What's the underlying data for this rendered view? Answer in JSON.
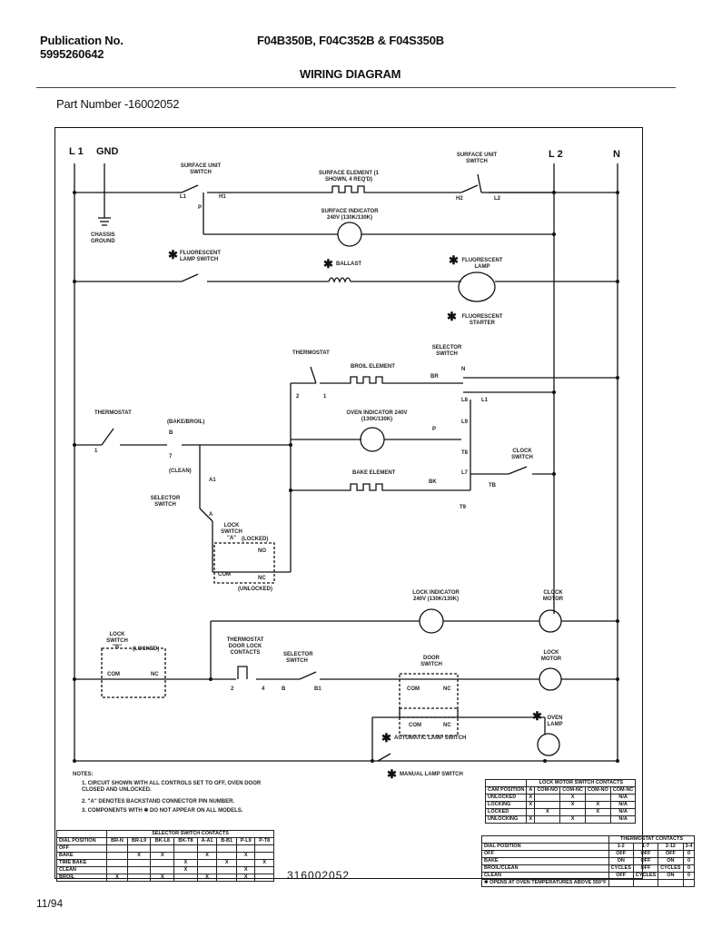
{
  "header": {
    "publication_label": "Publication No.",
    "publication_number": "5995260642",
    "models": "F04B350B, F04C352B & F04S350B",
    "doc_title": "WIRING DIAGRAM",
    "part_number": "Part Number -16002052"
  },
  "rails": {
    "l1": "L 1",
    "gnd": "GND",
    "l2": "L 2",
    "n": "N"
  },
  "labels": {
    "surface_unit_switch_left": "SURFACE UNIT SWITCH",
    "surface_element": "SURFACE ELEMENT (1 SHOWN, 4 REQ'D)",
    "surface_unit_switch_right": "SURFACE UNIT SWITCH",
    "surface_indicator": "SURFACE INDICATOR 240V (130K/130K)",
    "chassis_ground": "CHASSIS GROUND",
    "fluorescent_lamp_switch": "FLUORESCENT LAMP SWITCH",
    "ballast": "BALLAST",
    "fluorescent_lamp": "FLUORESCENT LAMP",
    "fluorescent_starter": "FLUORESCENT STARTER",
    "thermostat_top": "THERMOSTAT",
    "broil_element": "BROIL ELEMENT",
    "selector_switch_top": "SELECTOR SWITCH",
    "thermostat_left": "THERMOSTAT",
    "bake_broil": "(BAKE/BROIL)",
    "oven_indicator": "OVEN INDICATOR 240V (130K/130K)",
    "clock_switch": "CLOCK SWITCH",
    "clean": "(CLEAN)",
    "bake_element": "BAKE ELEMENT",
    "selector_switch_left": "SELECTOR SWITCH",
    "lock_switch_a": "LOCK SWITCH \"A\"",
    "locked": "(LOCKED)",
    "unlocked": "(UNLOCKED)",
    "lock_indicator": "LOCK INDICATOR 240V (130K/130K)",
    "clock_motor": "CLOCK MOTOR",
    "lock_switch_b": "LOCK SWITCH \"B\"",
    "locked_b": "(LOCKED)",
    "thermostat_door_lock": "THERMOSTAT DOOR LOCK CONTACTS",
    "selector_switch_bottom": "SELECTOR SWITCH",
    "door_switch": "DOOR SWITCH",
    "lock_motor": "LOCK MOTOR",
    "oven_lamp": "OVEN LAMP",
    "automatic_lamp_switch": "AUTOMATIC LAMP SWITCH",
    "manual_lamp_switch": "MANUAL LAMP SWITCH",
    "com": "COM",
    "no": "NO",
    "nc": "NC"
  },
  "terminals": {
    "l1": "L1",
    "h1": "H1",
    "p": "P",
    "h2": "H2",
    "l2": "L2",
    "t2": "2",
    "t1": "1",
    "br": "BR",
    "n": "N",
    "l8": "L8",
    "l1b": "L1",
    "l9": "L9",
    "p2": "P",
    "t8": "T8",
    "l7": "L7",
    "bk": "BK",
    "t9": "T9",
    "th1": "1",
    "b": "B",
    "t7": "7",
    "a1": "A1",
    "a": "A",
    "c2": "2",
    "c4": "4",
    "cb": "B",
    "b1": "B1",
    "tb": "TB"
  },
  "notes": {
    "title": "NOTES:",
    "n1": "1.  CIRCUIT SHOWN WITH ALL CONTROLS SET TO OFF, OVEN DOOR CLOSED AND UNLOCKED.",
    "n2": "2.  \"A\" DENOTES BACKSTAND CONNECTOR PIN NUMBER.",
    "n3": "3.  COMPONENTS WITH ✱ DO NOT APPEAR ON ALL MODELS."
  },
  "selector_table": {
    "title": "SELECTOR SWITCH CONTACTS",
    "headers": [
      "DIAL POSITION",
      "BR-N",
      "BR-L9",
      "BK-L8",
      "BK-T8",
      "A-A1",
      "B-B1",
      "P-L9",
      "P-T8"
    ],
    "rows": [
      [
        "OFF",
        "",
        "",
        "",
        "",
        "",
        "",
        "",
        ""
      ],
      [
        "BAKE",
        "",
        "X",
        "X",
        "",
        "X",
        "",
        "X",
        ""
      ],
      [
        "TIME BAKE",
        "",
        "",
        "",
        "X",
        "",
        "X",
        "",
        "X"
      ],
      [
        "CLEAN",
        "",
        "",
        "",
        "X",
        "",
        "",
        "X",
        ""
      ],
      [
        "BROIL",
        "X",
        "",
        "X",
        "",
        "X",
        "",
        "X",
        ""
      ]
    ]
  },
  "lock_motor_table": {
    "title": "LOCK MOTOR SWITCH CONTACTS",
    "headers": [
      "CAM POSITION",
      "A",
      "COM-NO",
      "COM-NC",
      "COM-NO",
      "COM-NC"
    ],
    "rows": [
      [
        "UNLOCKED",
        "X",
        "",
        "X",
        "",
        "N/A"
      ],
      [
        "LOCKING",
        "X",
        "",
        "X",
        "X",
        "N/A"
      ],
      [
        "LOCKED",
        "",
        "X",
        "",
        "X",
        "N/A"
      ],
      [
        "UNLOCKING",
        "X",
        "",
        "X",
        "",
        "N/A"
      ]
    ]
  },
  "thermostat_table": {
    "title": "THERMOSTAT CONTACTS",
    "headers": [
      "DIAL POSITION",
      "1-2",
      "1-7",
      "2-12",
      "3-4"
    ],
    "rows": [
      [
        "OFF",
        "OFF",
        "OFF",
        "OFF",
        "0"
      ],
      [
        "BAKE",
        "ON",
        "OFF",
        "ON",
        "0"
      ],
      [
        "BROIL/CLEAN",
        "CYCLES",
        "OFF",
        "CYCLES",
        "0"
      ],
      [
        "CLEAN",
        "OFF",
        "CYCLES",
        "ON",
        "0"
      ],
      [
        "✱ OPENS AT OVEN TEMPERATURES ABOVE 550°F",
        "",
        "",
        "",
        ""
      ]
    ]
  },
  "drawing_number": "316002052",
  "date": "11/94",
  "colors": {
    "ink": "#111111",
    "paper": "#ffffff"
  }
}
